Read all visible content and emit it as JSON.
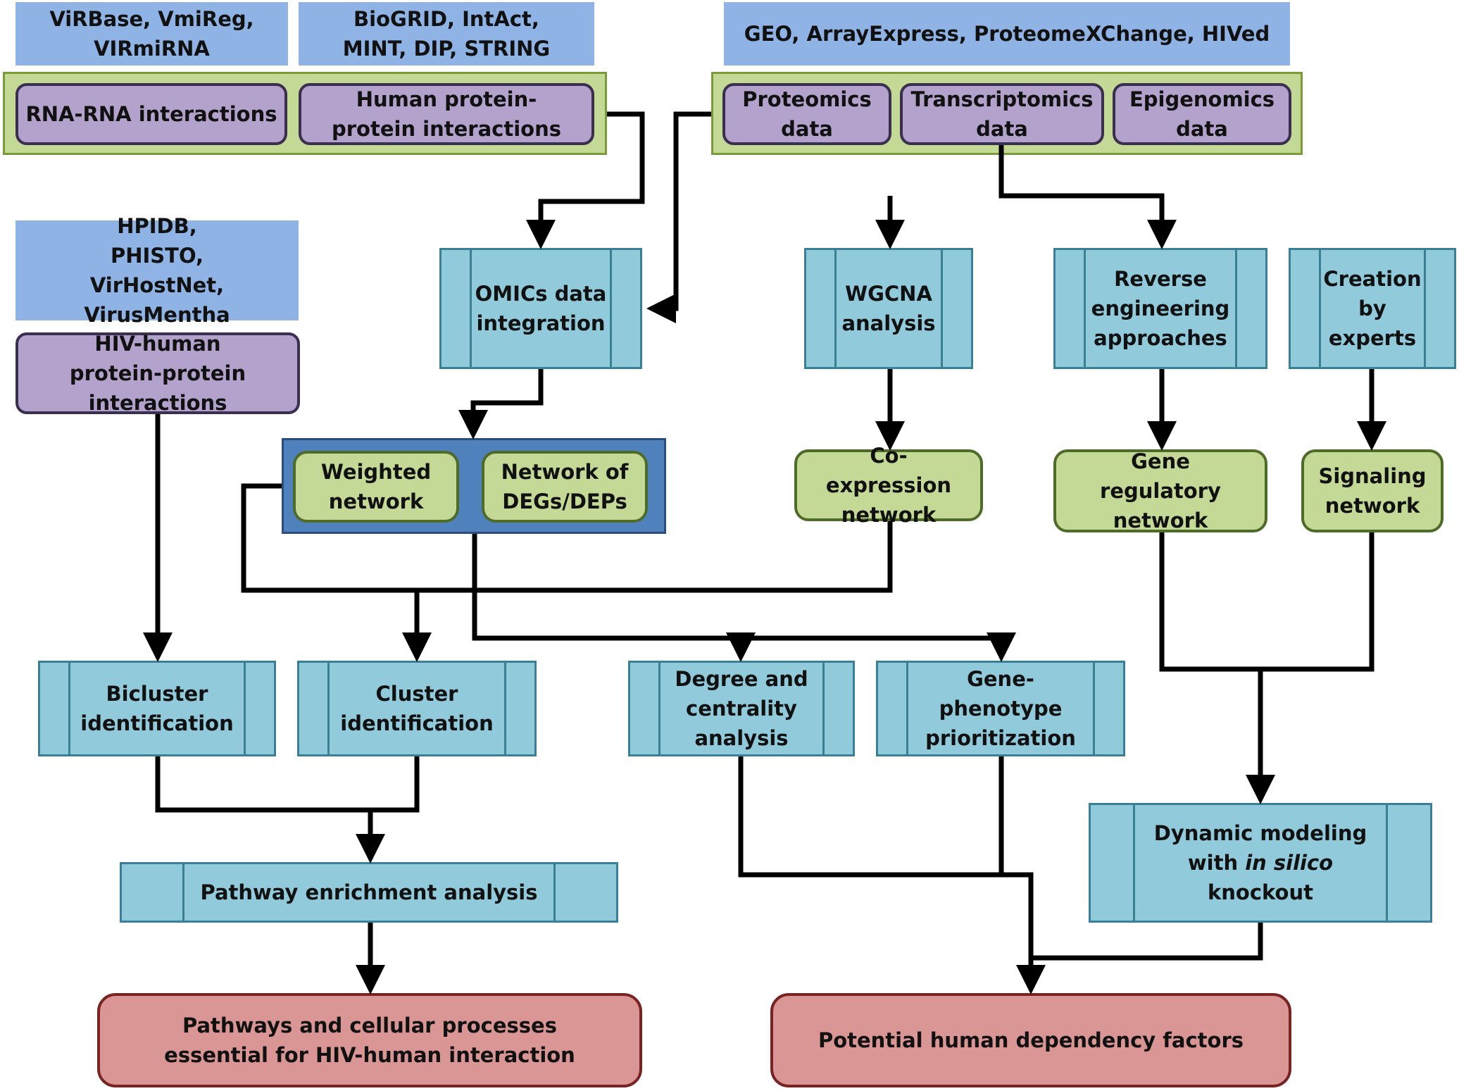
{
  "sources": {
    "rna_dbs": "ViRBase, VmiReg, VIRmiRNA",
    "ppi_dbs": "BioGRID, IntAct, MINT, DIP, STRING",
    "omics_dbs": "GEO, ArrayExpress, ProteomeXChange, HIVed",
    "hiv_dbs": "HPIDB, PHISTO, VirHostNet, VirusMentha"
  },
  "data_types": {
    "rna_rna": "RNA-RNA interactions",
    "human_ppi": "Human protein-protein interactions",
    "proteomics": "Proteomics data",
    "transcriptomics": "Transcriptomics data",
    "epigenomics": "Epigenomics data",
    "hiv_human_ppi": "HIV-human protein-protein interactions"
  },
  "methods": {
    "omics_integration": "OMICs data integration",
    "wgcna": "WGCNA analysis",
    "reverse_engineering": "Reverse engineering approaches",
    "expert_creation": "Creation by experts",
    "bicluster": "Bicluster identification",
    "cluster": "Cluster identification",
    "degree_centrality": "Degree and centrality analysis",
    "gene_phenotype": "Gene-phenotype prioritization",
    "pathway_enrichment": "Pathway enrichment analysis",
    "dynamic_modeling_pre": "Dynamic modeling with ",
    "dynamic_modeling_italic": "in silico",
    "dynamic_modeling_post": " knockout"
  },
  "networks": {
    "weighted": "Weighted network",
    "degs_deps": "Network of DEGs/DEPs",
    "coexpression": "Co-expression network",
    "gene_regulatory": "Gene regulatory network",
    "signaling": "Signaling network"
  },
  "outcomes": {
    "pathways": "Pathways and cellular processes essential for HIV-human interaction",
    "dependency_factors": "Potential human dependency factors"
  }
}
